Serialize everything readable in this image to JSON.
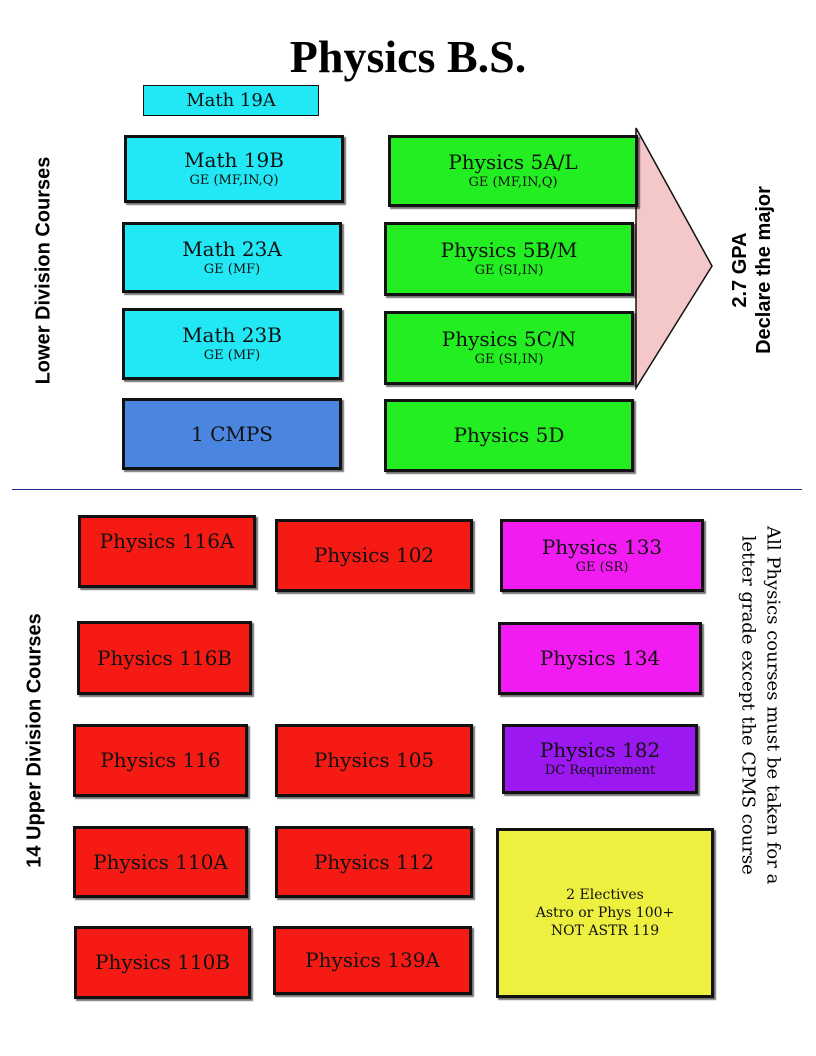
{
  "title": "Physics B.S.",
  "lower_division_label": "Lower Division Courses",
  "upper_division_label": "14 Upper Division Courses",
  "gpa": {
    "line1": "2.7 GPA",
    "line2": "Declare the major"
  },
  "note": {
    "line1": "All Physics courses must be taken for a",
    "line2": "letter grade except the CPMS course"
  },
  "lower": {
    "math19a": "Math 19A",
    "math19b": {
      "name": "Math 19B",
      "ge": "GE (MF,IN,Q)"
    },
    "math23a": {
      "name": "Math 23A",
      "ge": "GE (MF)"
    },
    "math23b": {
      "name": "Math 23B",
      "ge": "GE (MF)"
    },
    "cmps": "1 CMPS",
    "phys5a": {
      "name": "Physics 5A/L",
      "ge": "GE (MF,IN,Q)"
    },
    "phys5b": {
      "name": "Physics 5B/M",
      "ge": "GE (SI,IN)"
    },
    "phys5c": {
      "name": "Physics  5C/N",
      "ge": "GE (SI,IN)"
    },
    "phys5d": "Physics 5D"
  },
  "upper": {
    "p116a": "Physics  116A",
    "p102": "Physics 102",
    "p133": {
      "name": "Physics 133",
      "ge": "GE (SR)"
    },
    "p116b": "Physics  116B",
    "p134": "Physics 134",
    "p116": "Physics 116",
    "p105": "Physics 105",
    "p182": {
      "name": "Physics 182",
      "ge": "DC Requirement"
    },
    "p110a": "Physics 110A",
    "p112": "Physics 112",
    "p110b": "Physics 110B",
    "p139a": "Physics 139A",
    "electives": {
      "line1": "2 Electives",
      "line2": "Astro or Phys 100+",
      "line3": "NOT ASTR 119"
    }
  },
  "colors": {
    "math": "#22e8f5",
    "cmps": "#4a86e0",
    "physics_lower": "#22ee22",
    "physics_upper": "#f51a14",
    "ge_sr": "#f21cf2",
    "dc": "#9b18f0",
    "electives": "#eef040",
    "arrow": "#f4c8c8"
  }
}
